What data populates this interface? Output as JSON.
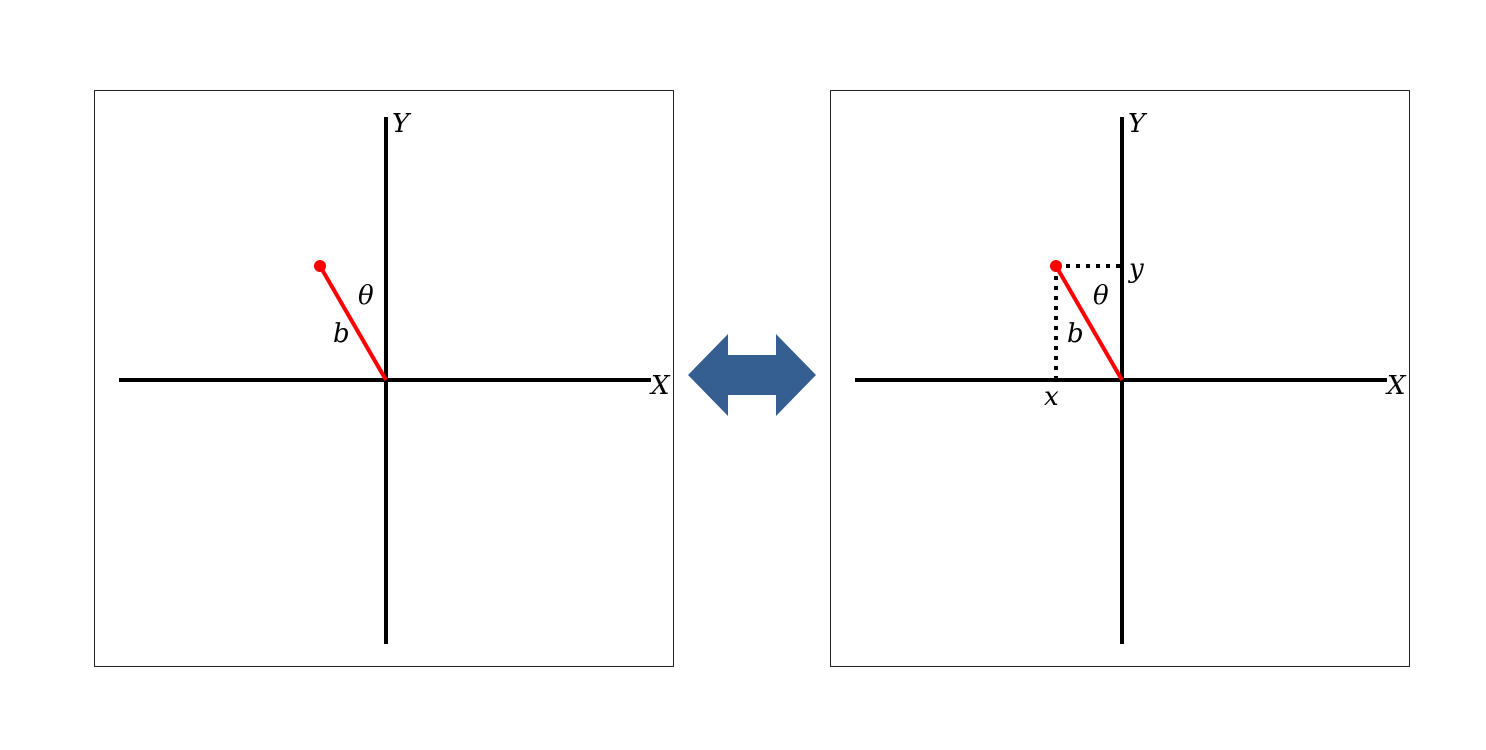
{
  "colors": {
    "axis": "#000000",
    "vector": "#ff0000",
    "projection": "#000000",
    "arrow": "#365f91",
    "frame": "#222222"
  },
  "left_panel": {
    "x_axis_label": "X",
    "y_axis_label": "Y",
    "angle_label": "θ",
    "length_label": "b"
  },
  "right_panel": {
    "x_axis_label": "X",
    "y_axis_label": "Y",
    "angle_label": "θ",
    "length_label": "b",
    "x_projection_label": "x",
    "y_projection_label": "y"
  },
  "connector": {
    "icon": "double-headed-arrow-icon"
  }
}
